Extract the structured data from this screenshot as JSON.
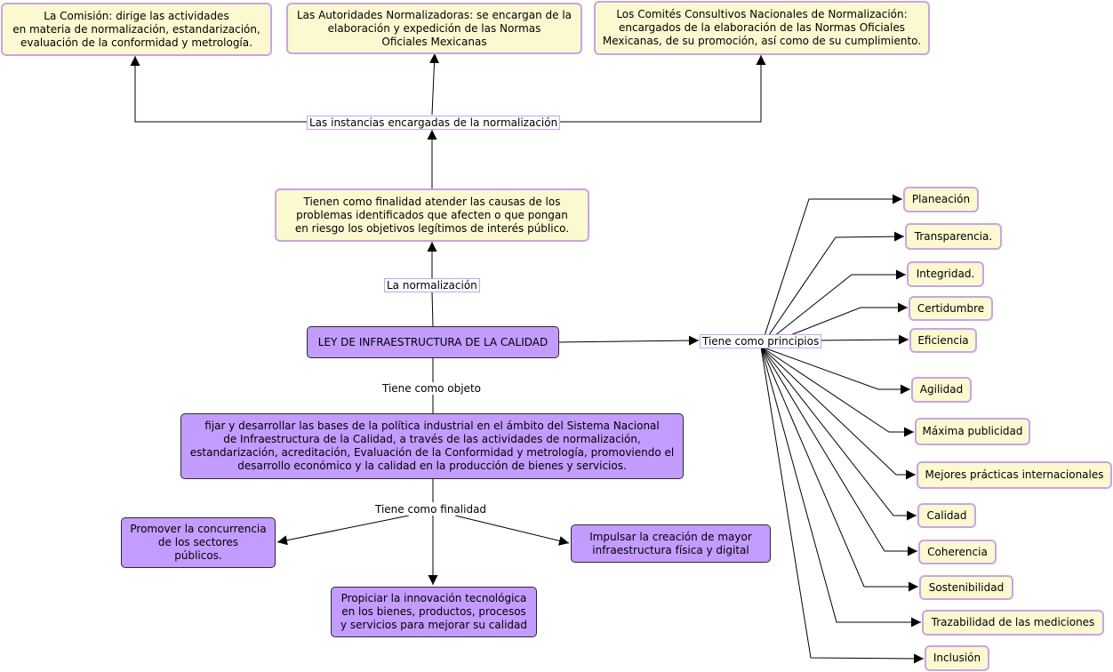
{
  "colors": {
    "yellow_fill": "#fcf8d0",
    "yellow_border": "#c8a4e4",
    "purple_fill": "#c39cff",
    "line": "#000000"
  },
  "top": {
    "comision": "La Comisión: dirige las actividades\nen materia de normalización, estandarización,\nevaluación de la conformidad y metrología.",
    "autoridades": "Las Autoridades Normalizadoras: se encargan de la\nelaboración y expedición de las Normas\nOficiales Mexicanas",
    "comites": "Los Comités Consultivos Nacionales de Normalización:\nencargados de la elaboración de las Normas Oficiales\nMexicanas, de su promoción, así como de su cumplimiento."
  },
  "instancias_label": "Las instancias encargadas de la normalización",
  "finalidad_box": "Tienen como finalidad atender las causas de los\nproblemas identificados que afecten o que pongan\nen riesgo los objetivos legítimos de interés público.",
  "normalizacion_label": "La normalización",
  "ley": "LEY DE INFRAESTRUCTURA DE LA CALIDAD",
  "objeto_label": "Tiene como objeto",
  "objeto_box": "fijar y desarrollar las bases de la política industrial en el ámbito del Sistema Nacional\nde Infraestructura de la Calidad, a través de las actividades de normalización,\nestandarización, acreditación, Evaluación de la Conformidad y metrología, promoviendo el\ndesarrollo económico y la calidad en la producción de bienes y servicios.",
  "finalidad_label": "Tiene como finalidad",
  "finalidades": {
    "promover": "Promover la concurrencia\nde los sectores\npúblicos.",
    "propiciar": "Propiciar la innovación tecnológica\nen los bienes, productos, procesos\ny servicios para mejorar su calidad",
    "impulsar": "Impulsar la creación de mayor\ninfraestructura física y digital"
  },
  "principios_label": "Tiene como principios",
  "principios": [
    "Planeación",
    "Transparencia.",
    "Integridad.",
    "Certidumbre",
    "Eficiencia",
    "Agilidad",
    "Máxima publicidad",
    "Mejores prácticas internacionales",
    "Calidad",
    "Coherencia",
    "Sostenibilidad",
    "Trazabilidad de las mediciones",
    "Inclusión"
  ]
}
